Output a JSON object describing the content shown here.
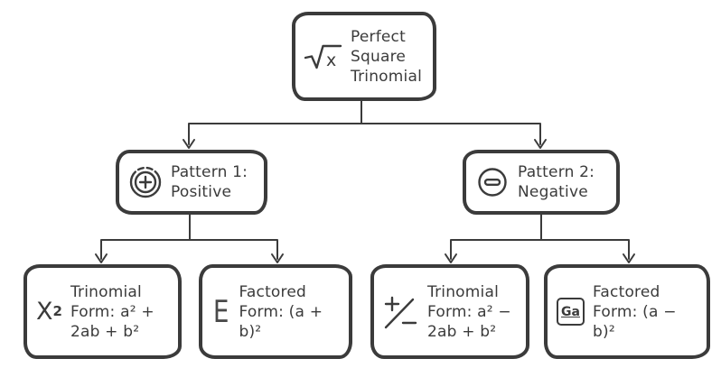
{
  "diagram_title": "Perfect Square Trinomial",
  "colors": {
    "stroke": "#3b3b3b",
    "background": "#ffffff"
  },
  "nodes": {
    "root": {
      "icon": "square-root-icon",
      "icon_radicand": "x",
      "label": "Perfect Square Trinomial"
    },
    "pattern1": {
      "icon": "circled-plus-icon",
      "label": "Pattern 1: Positive"
    },
    "pattern2": {
      "icon": "circled-minus-icon",
      "label": "Pattern 2: Negative"
    },
    "p1_trinomial": {
      "icon": "x-squared-icon",
      "icon_base": "X",
      "icon_exponent": "2",
      "label": "Trinomial Form: a² + 2ab + b²"
    },
    "p1_factored": {
      "icon": "letter-e-icon",
      "icon_text": "E",
      "label": "Factored Form: (a + b)²"
    },
    "p2_trinomial": {
      "icon": "plus-slash-minus-icon",
      "label": "Trinomial Form: a² − 2ab + b²"
    },
    "p2_factored": {
      "icon": "element-ga-icon",
      "icon_text": "Ga",
      "label": "Factored Form: (a − b)²"
    }
  },
  "edges": [
    {
      "from": "root",
      "to": "pattern1"
    },
    {
      "from": "root",
      "to": "pattern2"
    },
    {
      "from": "pattern1",
      "to": "p1_trinomial"
    },
    {
      "from": "pattern1",
      "to": "p1_factored"
    },
    {
      "from": "pattern2",
      "to": "p2_trinomial"
    },
    {
      "from": "pattern2",
      "to": "p2_factored"
    }
  ]
}
